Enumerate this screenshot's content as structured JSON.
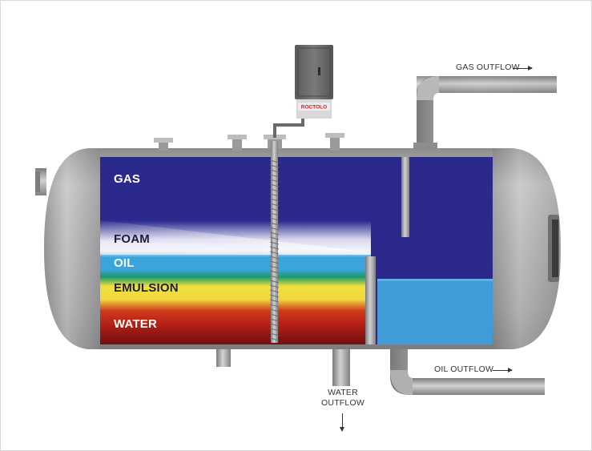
{
  "layers": {
    "gas": "GAS",
    "foam": "FOAM",
    "oil": "OIL",
    "emulsion": "EMULSION",
    "water": "WATER"
  },
  "outflows": {
    "gas": "GAS OUTFLOW",
    "oil": "OIL OUTFLOW",
    "water_line1": "WATER",
    "water_line2": "OUTFLOW"
  },
  "controller": {
    "brand": "ROCTOLO"
  },
  "colors": {
    "gas": "#2b2a8c",
    "foam": "#e8e8f4",
    "oil": "#3aa5dc",
    "emulsion": "#f2e03a",
    "water": "#7a1414",
    "tank_steel": "#a8a8aa",
    "controller_body": "#6e6e70",
    "brand_red": "#c8242a"
  }
}
